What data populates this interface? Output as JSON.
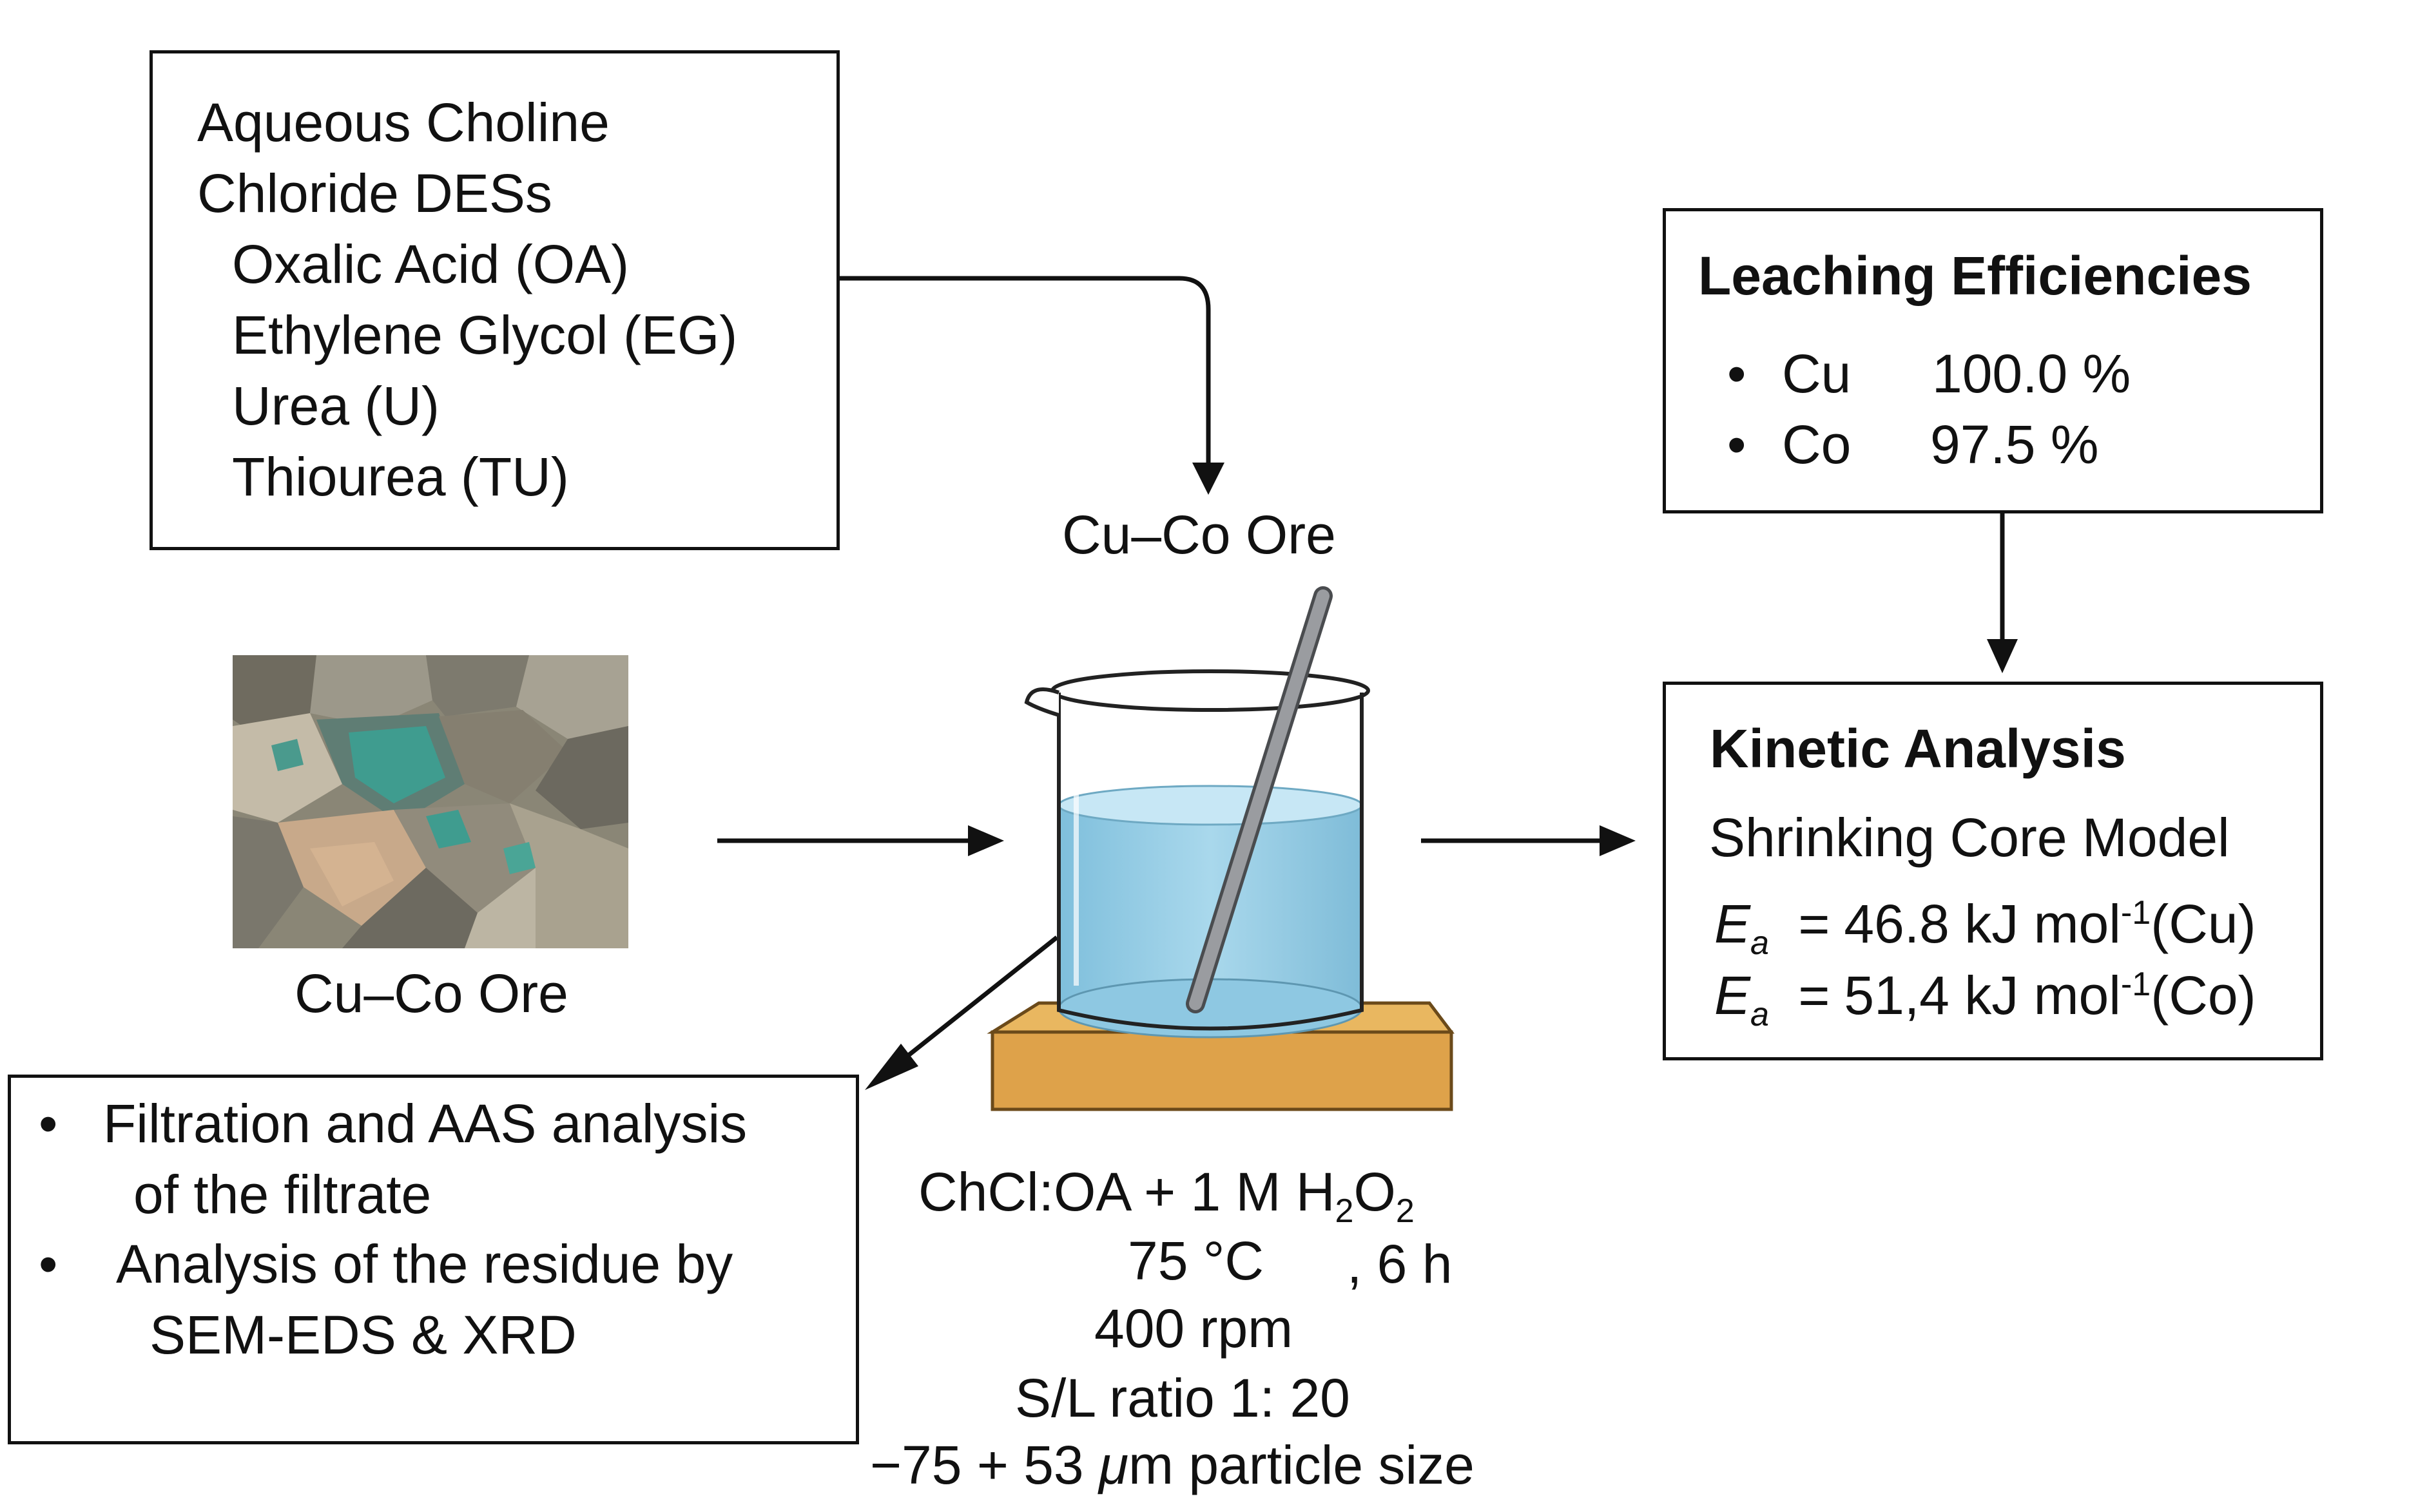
{
  "des_box": {
    "line1": "Aqueous Choline",
    "line2": "Chloride DESs",
    "items": [
      "Oxalic Acid (OA)",
      "Ethylene Glycol (EG)",
      "Urea (U)",
      "Thiourea (TU)"
    ]
  },
  "ore_top_label": "Cu–Co Ore",
  "ore_photo_label": "Cu–Co Ore",
  "leaching": {
    "title": "Leaching Efficiencies",
    "rows": [
      {
        "bullet": "•",
        "metal": "Cu",
        "value": "100.0 %"
      },
      {
        "bullet": "•",
        "metal": "Co",
        "value": "97.5 %"
      }
    ]
  },
  "kinetic": {
    "title": "Kinetic Analysis",
    "model": "Shrinking Core Model",
    "ea_symbol": "E",
    "ea_sub": "a",
    "eq": "=",
    "rows": [
      {
        "value": "46.8 kJ mol",
        "exp": "-1",
        "metal": "(Cu)"
      },
      {
        "value": "51,4 kJ mol",
        "exp": "-1",
        "metal": "(Co)"
      }
    ]
  },
  "analysis": {
    "bullet": "•",
    "item1_line1": "Filtration and AAS analysis",
    "item1_line2": "of the filtrate",
    "item2_line1": "Analysis of the residue by",
    "item2_line2": "SEM-EDS & XRD"
  },
  "conditions": {
    "reagent_prefix": "ChCl:OA + 1 M H",
    "reagent_sub1": "2",
    "reagent_mid": "O",
    "reagent_sub2": "2",
    "temperature": "75 °C",
    "time": ", 6 h",
    "speed": "400 rpm",
    "ratio": "S/L ratio 1: 20",
    "size_prefix": "−75 + 53 ",
    "size_unit": "μ",
    "size_suffix": "m particle size"
  },
  "colors": {
    "line": "#111111",
    "liquid": "#9fd1e8",
    "liquid_surface": "#c5e6f4",
    "hotplate": "#e0a74f",
    "hotplate_edge": "#8a5a1c",
    "rod": "#8d8f92",
    "ore_green": "#3f9c8f"
  },
  "icons": [
    "beaker-icon",
    "stir-rod-icon",
    "hotplate-icon",
    "ore-photo"
  ]
}
